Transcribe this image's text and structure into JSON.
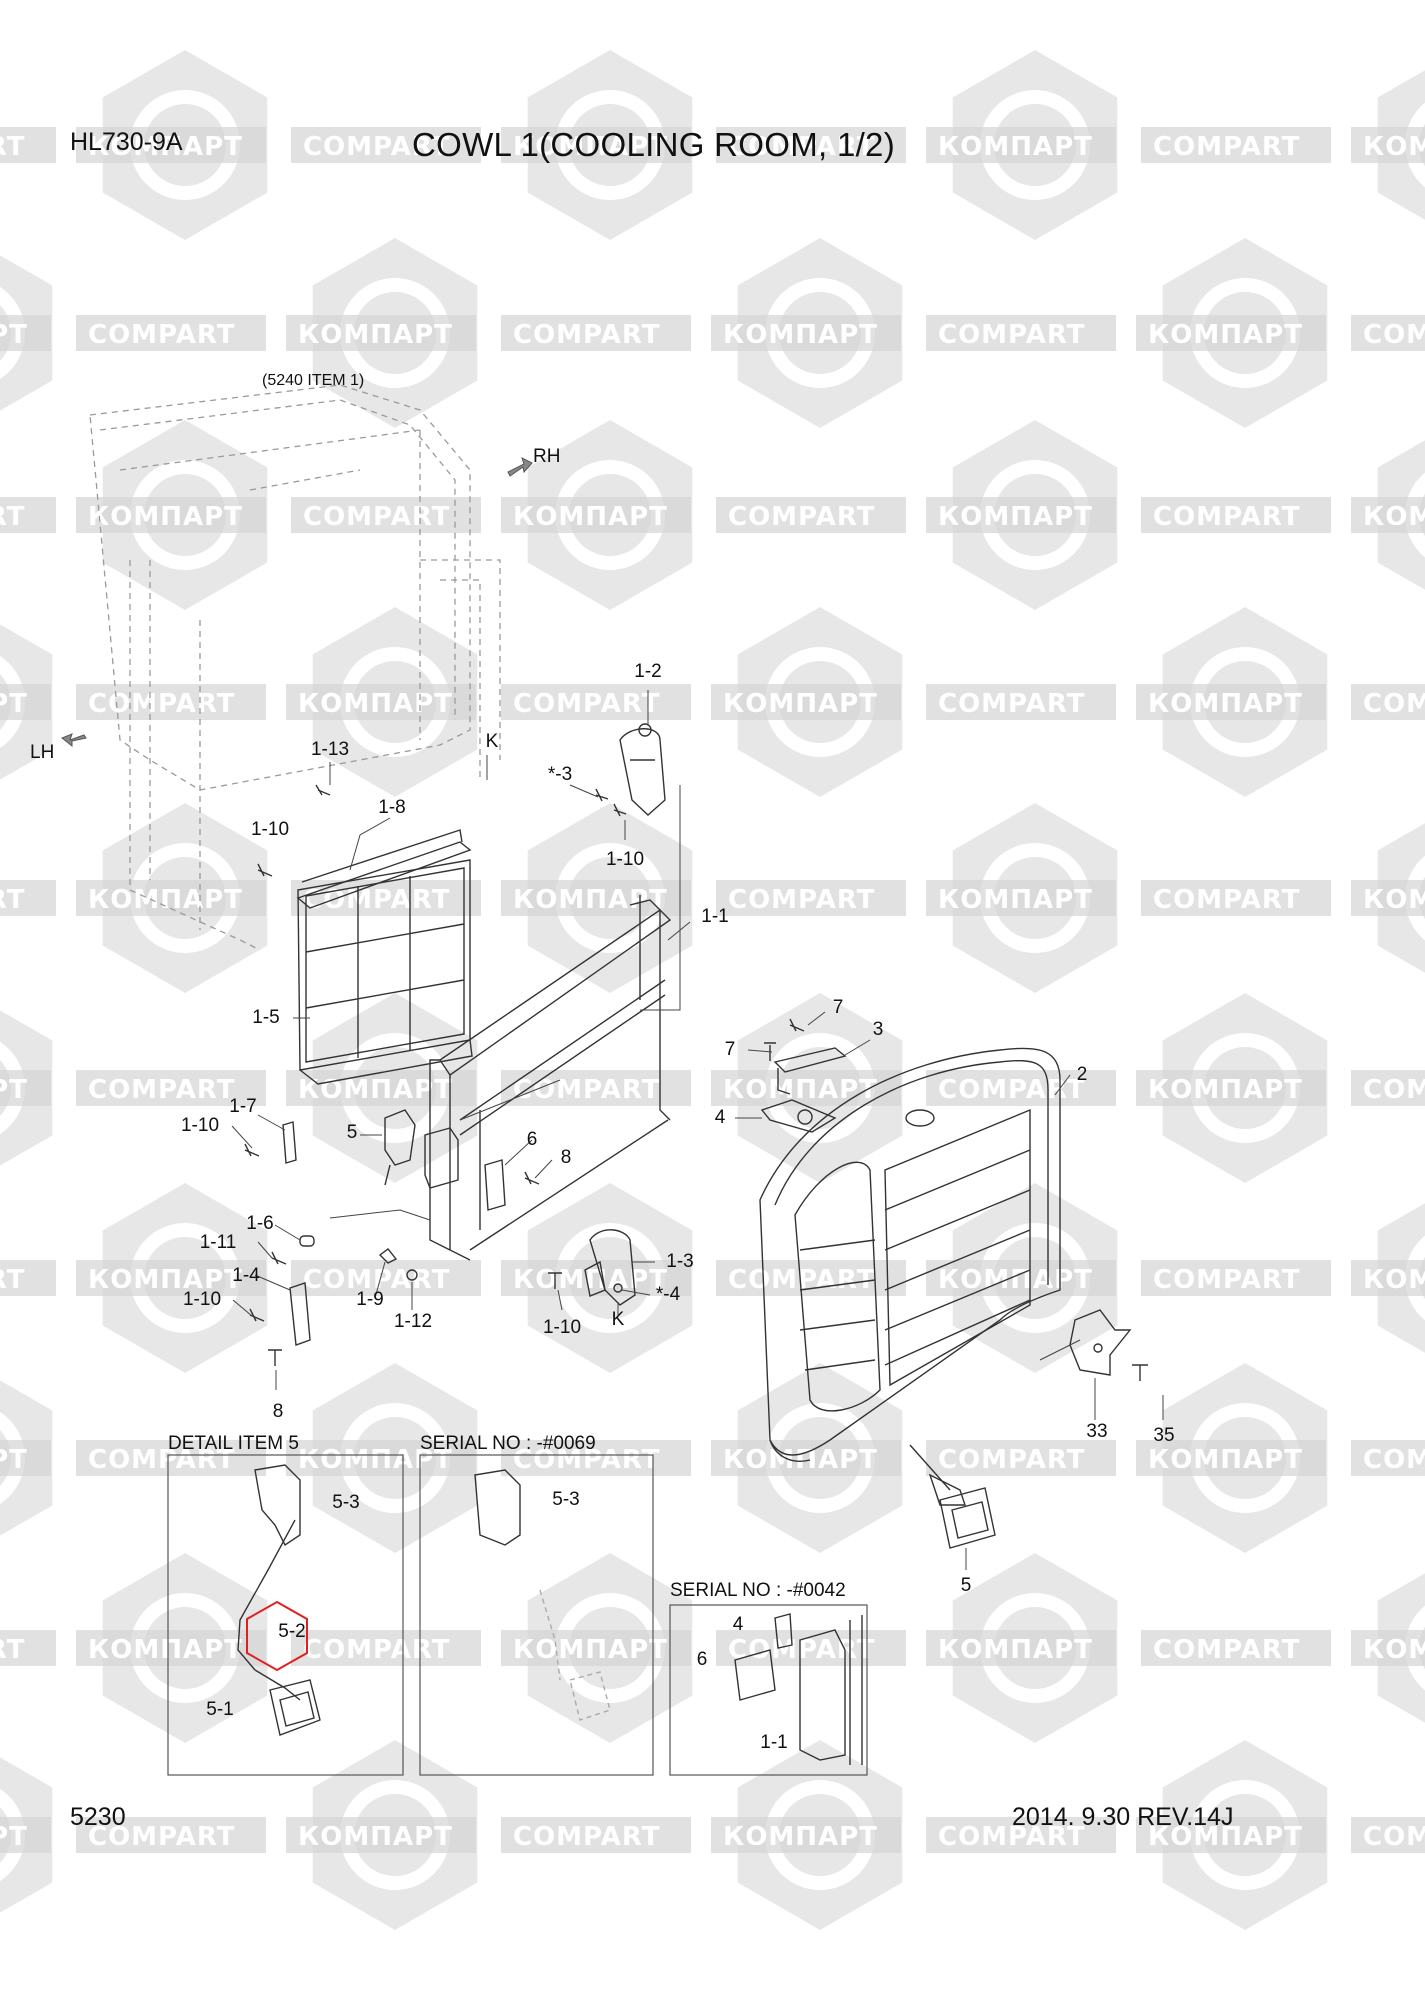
{
  "header": {
    "model": "HL730-9A",
    "title": "COWL 1(COOLING ROOM, 1/2)"
  },
  "footer": {
    "page_number": "5230",
    "date_rev": "2014. 9.30  REV.14J"
  },
  "watermark": {
    "text_cyrillic": "КОМПАРТ",
    "text_latin": "COMPART",
    "color": "#d4d4d4"
  },
  "reference_note": "(5240 ITEM 1)",
  "directions": {
    "rh": "RH",
    "lh": "LH"
  },
  "highlight_color": "#e02020",
  "callouts": [
    {
      "label": "1-2"
    },
    {
      "label": "K"
    },
    {
      "label": "1-13"
    },
    {
      "label": "1-8"
    },
    {
      "label": "*-3"
    },
    {
      "label": "1-10"
    },
    {
      "label": "1-10"
    },
    {
      "label": "1-1"
    },
    {
      "label": "1-5"
    },
    {
      "label": "7"
    },
    {
      "label": "7"
    },
    {
      "label": "3"
    },
    {
      "label": "2"
    },
    {
      "label": "4"
    },
    {
      "label": "1-7"
    },
    {
      "label": "1-10"
    },
    {
      "label": "5"
    },
    {
      "label": "6"
    },
    {
      "label": "8"
    },
    {
      "label": "1-6"
    },
    {
      "label": "1-11"
    },
    {
      "label": "1-4"
    },
    {
      "label": "1-10"
    },
    {
      "label": "1-9"
    },
    {
      "label": "1-12"
    },
    {
      "label": "1-3"
    },
    {
      "label": "*-4"
    },
    {
      "label": "K"
    },
    {
      "label": "1-10"
    },
    {
      "label": "8"
    },
    {
      "label": "33"
    },
    {
      "label": "35"
    },
    {
      "label": "5"
    }
  ],
  "detail_boxes": [
    {
      "title": "DETAIL ITEM 5",
      "items": [
        "5-3",
        "5-2",
        "5-1"
      ]
    },
    {
      "title": "SERIAL NO : -#0069",
      "items": [
        "5-3"
      ]
    },
    {
      "title": "SERIAL NO : -#0042",
      "items": [
        "4",
        "6",
        "1-1"
      ]
    }
  ]
}
